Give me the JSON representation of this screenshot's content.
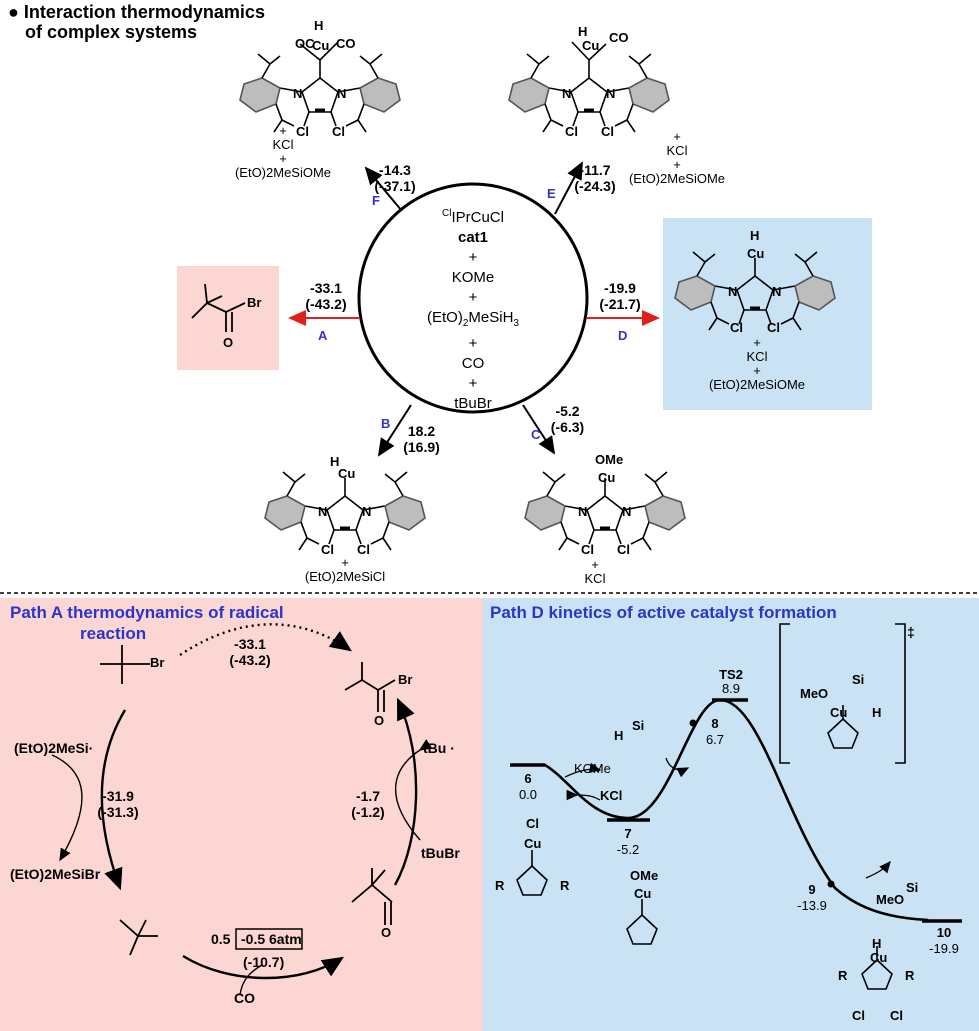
{
  "header": {
    "bullet": "●",
    "line1": "Interaction thermodynamics",
    "line2": "of complex systems"
  },
  "center": {
    "superscript": "Cl",
    "cat_name": "IPrCuCl",
    "cat_label": "cat1",
    "plus": "+",
    "reagent1": "KOMe",
    "reagent2": "(EtO)",
    "reagent2_sub": "2",
    "reagent2_rest": "MeSiH",
    "reagent2_sub2": "3",
    "reagent3": "CO",
    "reagent4": "tBuBr"
  },
  "paths": {
    "A": {
      "label": "A",
      "value": "-33.1",
      "value2": "(-43.2)"
    },
    "B": {
      "label": "B",
      "value": "18.2",
      "value2": "(16.9)"
    },
    "C": {
      "label": "C",
      "value": "-5.2",
      "value2": "(-6.3)"
    },
    "D": {
      "label": "D",
      "value": "-19.9",
      "value2": "(-21.7)"
    },
    "E": {
      "label": "E",
      "value": "-11.7",
      "value2": "(-24.3)"
    },
    "F": {
      "label": "F",
      "value": "-14.3",
      "value2": "(-37.1)"
    }
  },
  "products": {
    "F_byproduct1": "KCl",
    "F_byproduct2": "(EtO)2MeSiOMe",
    "E_byproduct1": "KCl",
    "E_byproduct2": "(EtO)2MeSiOMe",
    "D_byproduct1": "KCl",
    "D_byproduct2": "(EtO)2MeSiOMe",
    "B_byproduct": "(EtO)2MeSiCl",
    "C_byproduct": "KCl",
    "A_atom": "Br",
    "A_oxygen": "O"
  },
  "atoms": {
    "Cu": "Cu",
    "N": "N",
    "Cl": "Cl",
    "H": "H",
    "CO": "CO",
    "OC": "OC",
    "OMe": "OMe",
    "R": "R"
  },
  "pathA": {
    "title1": "Path A  thermodynamics of radical",
    "title2": "reaction",
    "top_value": "-33.1",
    "top_value2": "(-43.2)",
    "left_value": "-31.9",
    "left_value2": "(-31.3)",
    "right_value": "-1.7",
    "right_value2": "(-1.2)",
    "bottom_value": "0.5",
    "bottom_box": "-0.5 6atm",
    "bottom_value2": "(-10.7)",
    "silyl_radical": "(EtO)2MeSi·",
    "silyl_bromide": "(EtO)2MeSiBr",
    "tBu_radical": "tBu ·",
    "tBuBr": "tBuBr",
    "co": "CO",
    "br": "Br",
    "br2": "Br",
    "o1": "O",
    "o2": "O"
  },
  "pathD": {
    "title": "Path D  kinetics of active catalyst formation",
    "komE": "KOMe",
    "kcl": "KCl",
    "points": [
      {
        "label": "6",
        "energy": "0.0"
      },
      {
        "label": "7",
        "energy": "-5.2"
      },
      {
        "label": "TS2",
        "energy": "8.9"
      },
      {
        "label": "8",
        "energy": "6.7"
      },
      {
        "label": "9",
        "energy": "-13.9"
      },
      {
        "label": "10",
        "energy": "-19.9"
      }
    ],
    "ts_dagger": "‡",
    "meo": "MeO",
    "si": "Si",
    "o": "O"
  },
  "colors": {
    "pink": "#fcd6d2",
    "blue": "#c9e3f4",
    "red_arrow": "#e0201b",
    "path_blue": "#2a36c8"
  }
}
